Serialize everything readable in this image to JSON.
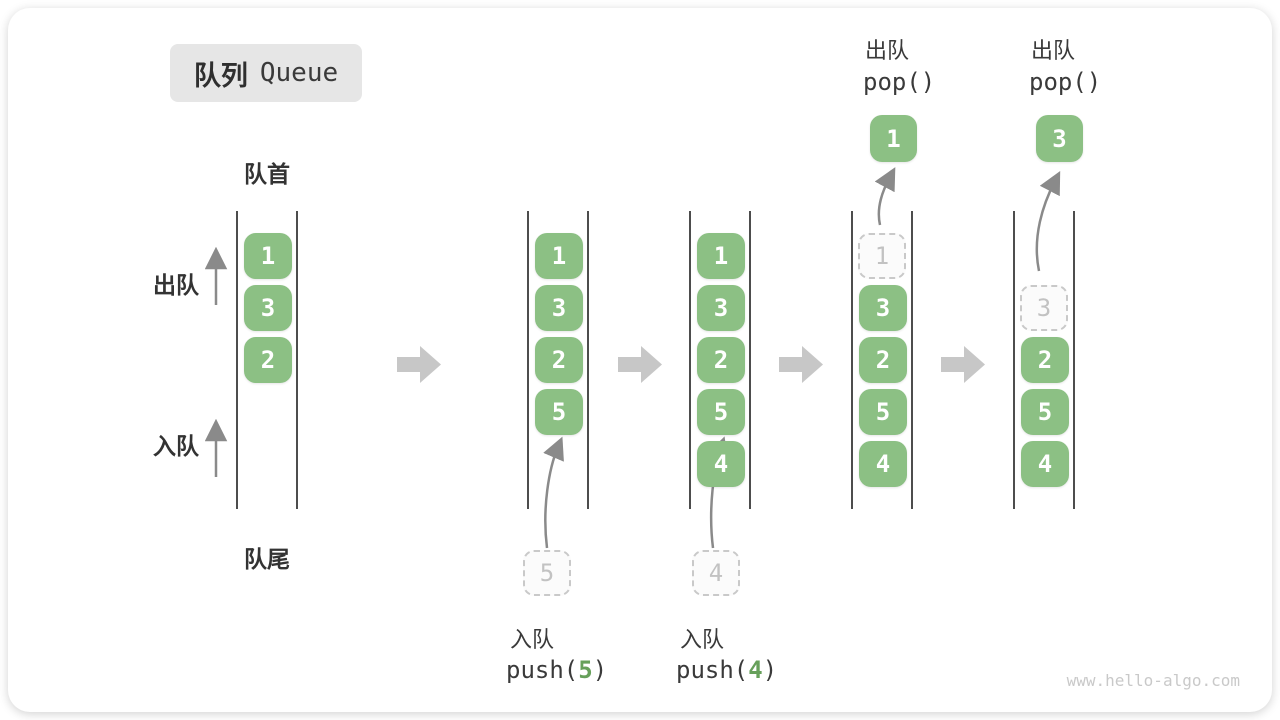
{
  "title": {
    "zh": "队列",
    "en": "Queue"
  },
  "side_labels": {
    "front": "队首",
    "tail": "队尾",
    "dequeue": "出队",
    "enqueue": "入队"
  },
  "queues": {
    "q1": {
      "items": [
        "1",
        "3",
        "2"
      ]
    },
    "q2": {
      "items": [
        "1",
        "3",
        "2",
        "5"
      ]
    },
    "q3": {
      "items": [
        "1",
        "3",
        "2",
        "5",
        "4"
      ]
    },
    "q4": {
      "ghost": "1",
      "items": [
        "3",
        "2",
        "5",
        "4"
      ]
    },
    "q5": {
      "ghost": "3",
      "items": [
        "2",
        "5",
        "4"
      ]
    }
  },
  "ghost_inputs": {
    "g5": "5",
    "g4": "4"
  },
  "popped": {
    "p1": "1",
    "p2": "3"
  },
  "annotations": {
    "push5": {
      "label": "入队",
      "pre": "push(",
      "arg": "5",
      "post": ")"
    },
    "push4": {
      "label": "入队",
      "pre": "push(",
      "arg": "4",
      "post": ")"
    },
    "pop1": {
      "label": "出队",
      "fn": "pop()"
    },
    "pop2": {
      "label": "出队",
      "fn": "pop()"
    }
  },
  "watermark": "www.hello-algo.com",
  "colors": {
    "block_green": "#8cc084",
    "arg_green": "#67a05b",
    "thin_arrow_gray": "#8a8a8a",
    "block_arrow_gray": "#c7c7c7",
    "badge_gray": "#e6e6e6",
    "line_dark": "#4d4d4d"
  }
}
